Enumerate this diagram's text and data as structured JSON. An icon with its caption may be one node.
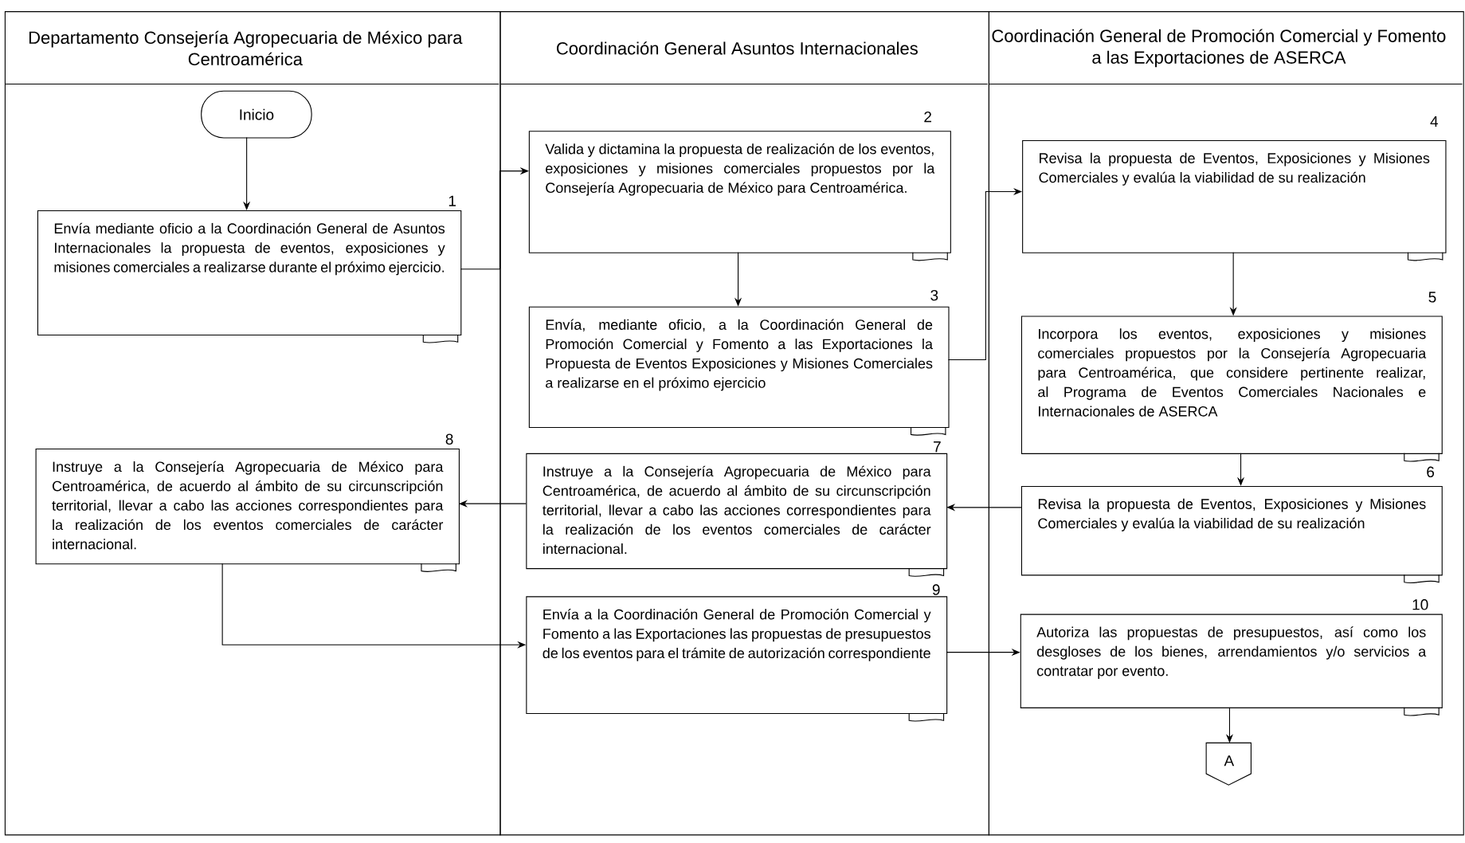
{
  "diagram": {
    "nodes": [
      {
        "text": [
          "Departamento  Consejería Agropecuaria de México para Centroamérica"
        ]
      },
      {
        "text": [
          "Coordinación General Asuntos Internacionales"
        ]
      },
      {
        "text": [
          "Coordinación General de Promoción Comercial y Fomento a las Exportaciones de ASERCA"
        ]
      },
      {
        "text": [
          "Inicio"
        ],
        "in": 0
      },
      {
        "text": [
          "Envía mediante oficio a la Coordinación General de Asuntos Internacionales la propuesta de eventos, exposiciones y misiones comerciales a realizarse durante el próximo ejercicio."
        ],
        "beside": [
          "1"
        ],
        "in": 0
      },
      {
        "text": [
          "Valida y dictamina la propuesta de realización de los eventos, exposiciones y misiones comerciales propuestos por la Consejería Agropecuaria de México para Centroamérica."
        ],
        "beside": [
          "2"
        ],
        "in": 1
      },
      {
        "text": [
          "Envía, mediante oficio, a la Coordinación General de Promoción Comercial y Fomento a las Exportaciones la Propuesta de Eventos Exposiciones y Misiones Comerciales a realizarse en el próximo ejercicio"
        ],
        "beside": [
          "3"
        ],
        "in": 1
      },
      {
        "text": [
          "Revisa la propuesta de Eventos, Exposiciones y Misiones Comerciales y evalúa la viabilidad de su realización"
        ],
        "beside": [
          "4"
        ],
        "in": 2
      },
      {
        "text": [
          "Incorpora los eventos, exposiciones y misiones comerciales propuestos por la Consejería Agropecuaria para Centroamérica, que considere pertinente realizar, al Programa de Eventos Comerciales Nacionales e Internacionales de ASERCA"
        ],
        "beside": [
          "5"
        ],
        "in": 2
      },
      {
        "text": [
          "Revisa la propuesta de Eventos, Exposiciones y Misiones Comerciales y evalúa la viabilidad de su realización"
        ],
        "beside": [
          "6"
        ],
        "in": 2
      },
      {
        "text": [
          "Instruye a la Consejería Agropecuaria de México para Centroamérica, de acuerdo al ámbito de su circunscripción territorial, llevar a cabo las acciones correspondientes para la realización de los eventos comerciales de carácter internacional."
        ],
        "beside": [
          "7"
        ],
        "in": 1
      },
      {
        "text": [
          "Instruye a la Consejería Agropecuaria de México para Centroamérica, de acuerdo al ámbito de su circunscripción territorial, llevar a cabo las acciones correspondientes para la realización de los eventos comerciales de carácter internacional."
        ],
        "beside": [
          "8"
        ],
        "in": 0
      },
      {
        "text": [
          "Envía a la Coordinación General de Promoción Comercial y Fomento a las Exportaciones las propuestas de presupuestos de los eventos para el trámite de autorización correspondiente"
        ],
        "beside": [
          "9"
        ],
        "in": 1
      },
      {
        "text": [
          "Autoriza las propuestas de presupuestos, así como los desgloses de los bienes, arrendamientos y/o servicios a contratar por evento."
        ],
        "beside": [
          "10"
        ],
        "in": 2
      },
      {
        "text": [
          "A"
        ],
        "in": 2
      }
    ],
    "edges": [
      {
        "from": 3,
        "to": 4,
        "arrow": "to"
      },
      {
        "from": 4,
        "to": 5,
        "arrow": "to"
      },
      {
        "from": 5,
        "to": 6,
        "arrow": "to"
      },
      {
        "from": 6,
        "to": 7,
        "arrow": "to"
      },
      {
        "from": 7,
        "to": 8,
        "arrow": "to"
      },
      {
        "from": 8,
        "to": 9,
        "arrow": "to"
      },
      {
        "from": 9,
        "to": 10,
        "arrow": "to"
      },
      {
        "from": 10,
        "to": 11,
        "arrow": "to"
      },
      {
        "from": 11,
        "to": 12,
        "arrow": "to"
      },
      {
        "from": 12,
        "to": 13,
        "arrow": "to"
      },
      {
        "from": 13,
        "to": 14,
        "arrow": "to"
      }
    ]
  }
}
